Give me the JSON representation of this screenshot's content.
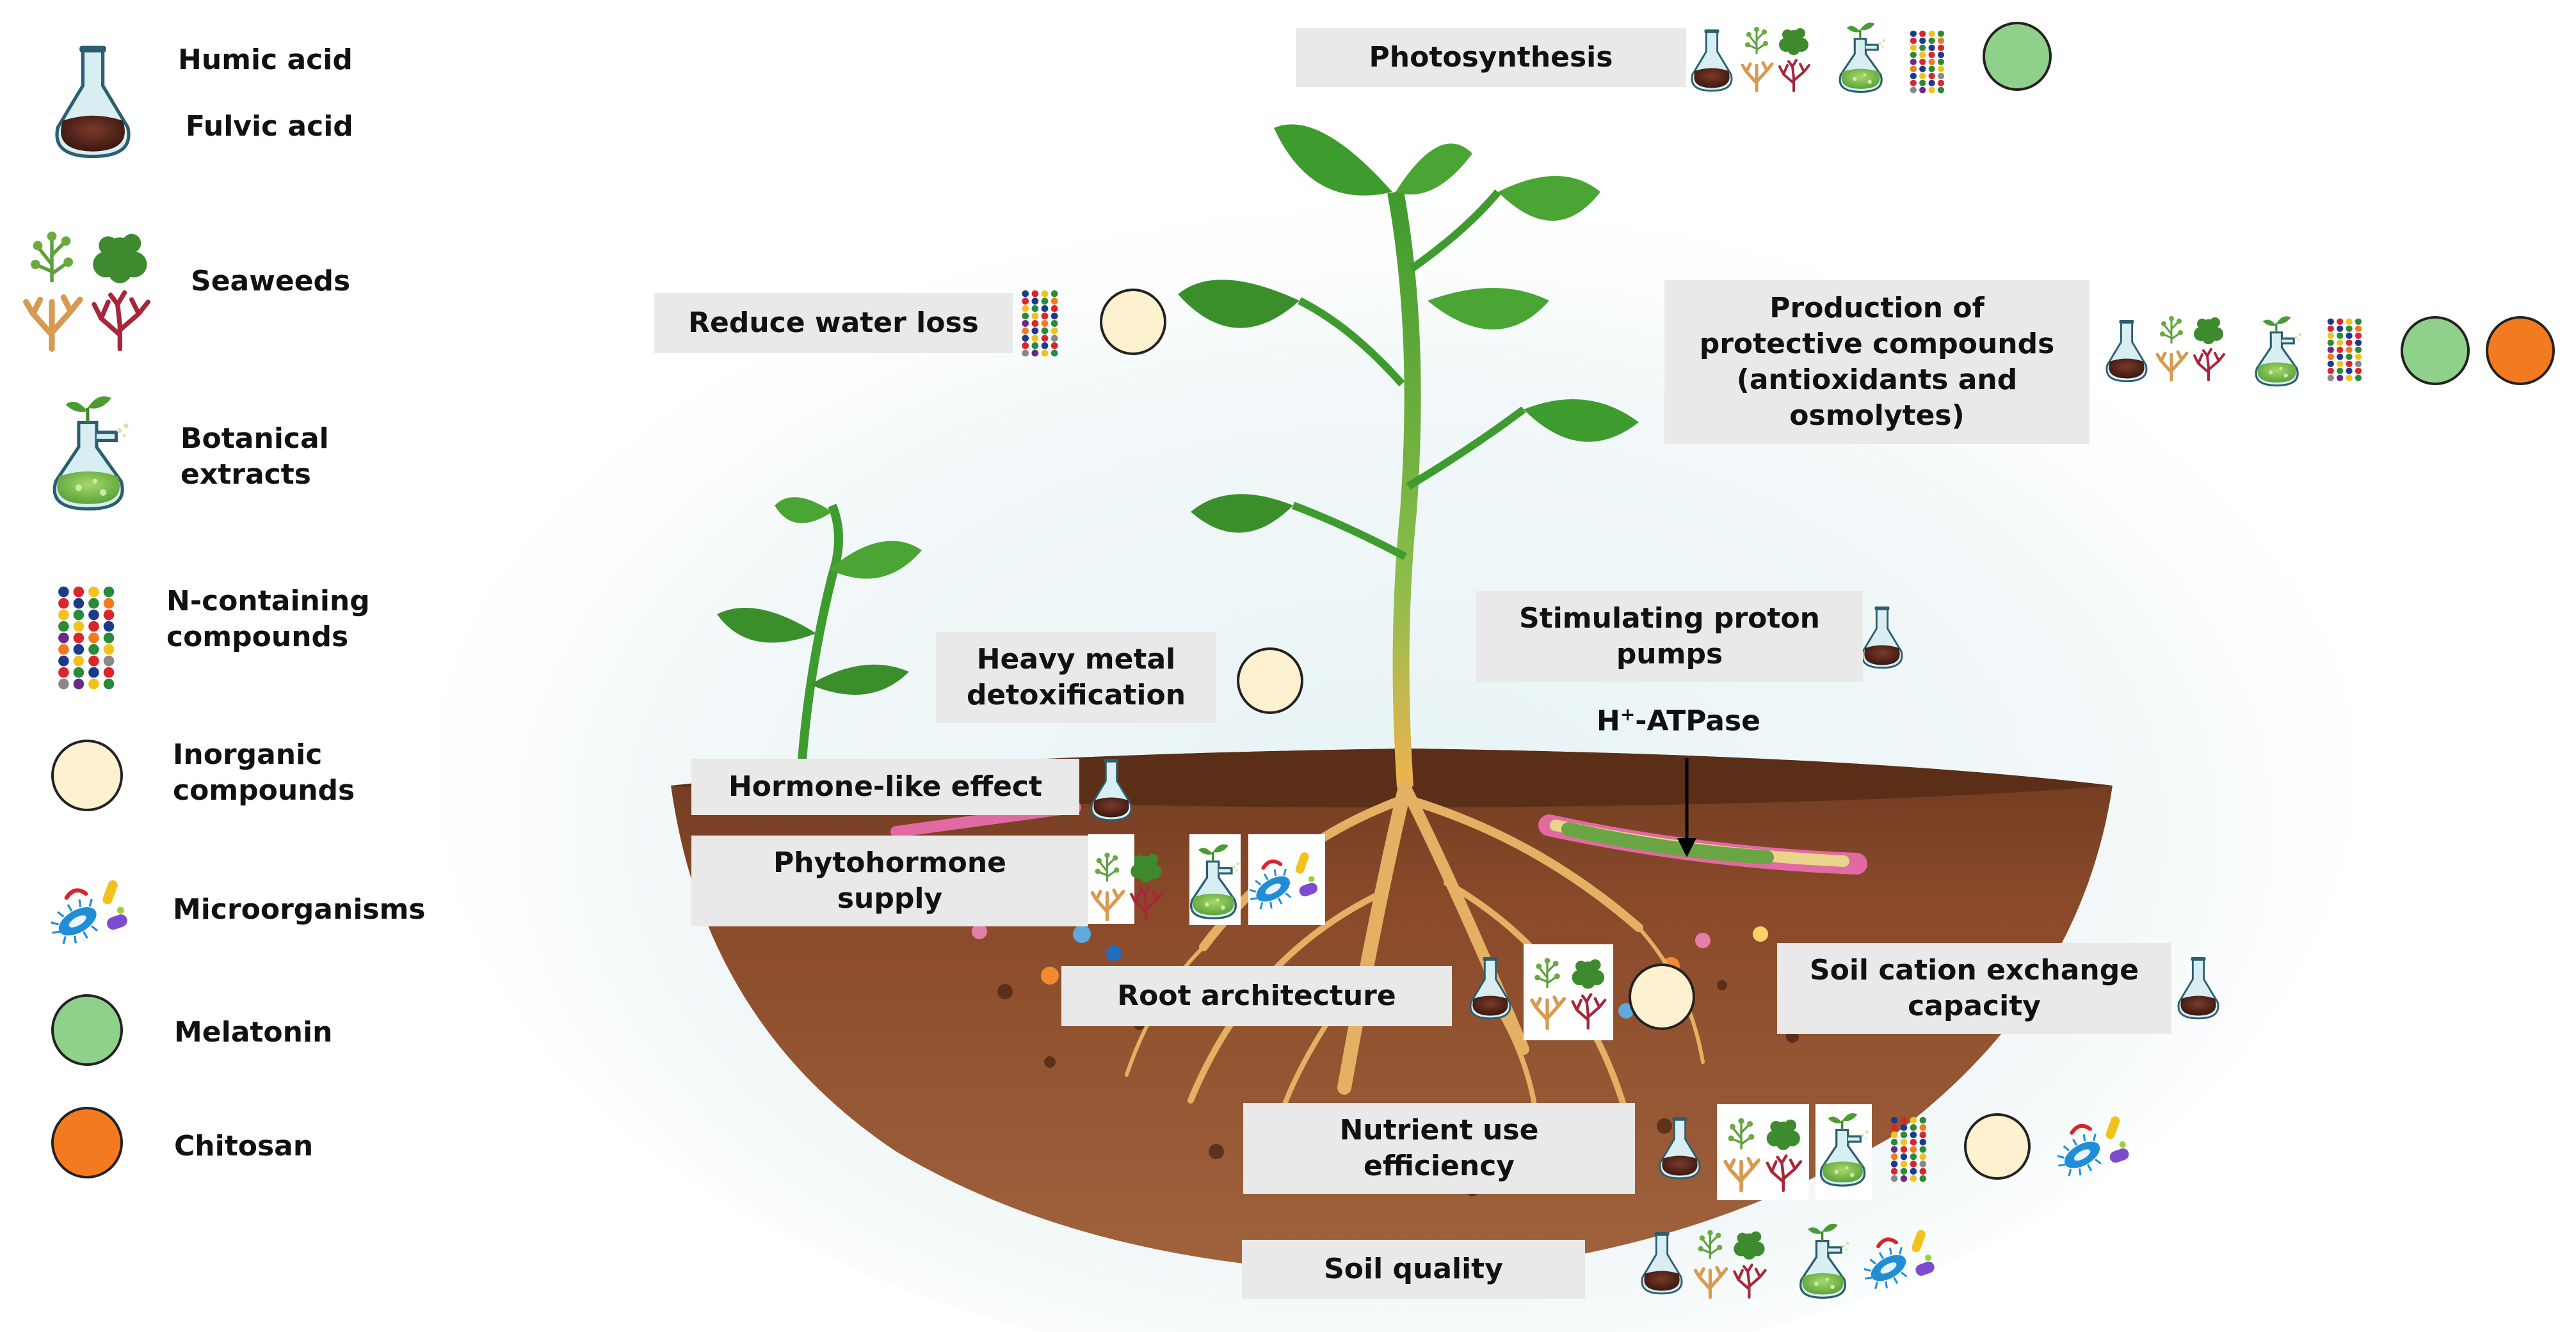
{
  "legend": {
    "humic": "Humic acid",
    "fulvic": "Fulvic acid",
    "seaweeds": "Seaweeds",
    "botanical": "Botanical\nextracts",
    "nitrogen": "N-containing\ncompounds",
    "inorganic": "Inorganic\ncompounds",
    "microorganisms": "Microorganisms",
    "melatonin": "Melatonin",
    "chitosan": "Chitosan"
  },
  "effects": {
    "photosynthesis": "Photosynthesis",
    "water_loss": "Reduce water loss",
    "protective": "Production of\nprotective compounds\n(antioxidants and\nosmolytes)",
    "proton_pumps": "Stimulating proton\npumps",
    "heavy_metal": "Heavy metal\ndetoxification",
    "hormone_like": "Hormone-like effect",
    "phytohormone": "Phytohormone\nsupply",
    "root_arch": "Root architecture",
    "cation_exchange": "Soil cation exchange\ncapacity",
    "nutrient_use": "Nutrient use\nefficiency",
    "soil_quality": "Soil quality"
  },
  "atpase": {
    "prefix": "H",
    "sup": "+",
    "suffix": "-ATPase"
  },
  "colors": {
    "melatonin": "#8fd18a",
    "chitosan": "#f47a20",
    "inorganic": "#fdf1cf",
    "soil": "#7a3f22",
    "leaf": "#3e9b2e",
    "root": "#e3b064",
    "box": "#e9e9e9"
  },
  "icons": [
    "flask-humic",
    "seaweeds",
    "botanical-flask",
    "n-compounds",
    "inorganic-circle",
    "microorganisms",
    "melatonin-circle",
    "chitosan-circle"
  ]
}
